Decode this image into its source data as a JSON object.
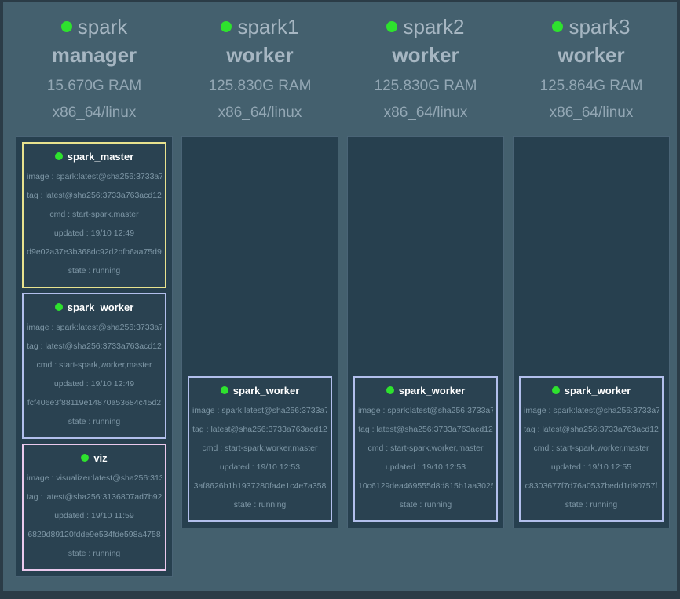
{
  "colors": {
    "background": "#44606e",
    "panel_background": "#27404f",
    "status_online": "#2ee22e",
    "master_card_border": "#e8e28e",
    "worker_card_border": "#b2bfec",
    "viz_card_border": "#eac9ed"
  },
  "nodes": [
    {
      "name": "spark",
      "role": "manager",
      "ram": "15.670G RAM",
      "arch": "x86_64/linux",
      "cards": [
        {
          "title": "spark_master",
          "state_color": "#2ee22e",
          "lines": [
            "image : spark:latest@sha256:3733a7",
            "tag : latest@sha256:3733a763acd12",
            "cmd : start-spark,master",
            "updated : 19/10 12:49",
            "d9e02a37e3b368dc92d2bfb6aa75d9",
            "state : running"
          ]
        },
        {
          "title": "spark_worker",
          "state_color": "#2ee22e",
          "lines": [
            "image : spark:latest@sha256:3733a7",
            "tag : latest@sha256:3733a763acd12",
            "cmd : start-spark,worker,master",
            "updated : 19/10 12:49",
            "fcf406e3f88119e14870a53684c45d2",
            "state : running"
          ]
        },
        {
          "title": "viz",
          "state_color": "#2ee22e",
          "lines": [
            "image : visualizer:latest@sha256:313",
            "tag : latest@sha256:3136807ad7b92",
            "updated : 19/10 11:59",
            "6829d89120fdde9e534fde598a4758",
            "state : running"
          ]
        }
      ]
    },
    {
      "name": "spark1",
      "role": "worker",
      "ram": "125.830G RAM",
      "arch": "x86_64/linux",
      "cards": [
        {
          "title": "spark_worker",
          "state_color": "#2ee22e",
          "lines": [
            "image : spark:latest@sha256:3733a7",
            "tag : latest@sha256:3733a763acd12",
            "cmd : start-spark,worker,master",
            "updated : 19/10 12:53",
            "3af8626b1b1937280fa4e1c4e7a358",
            "state : running"
          ]
        }
      ]
    },
    {
      "name": "spark2",
      "role": "worker",
      "ram": "125.830G RAM",
      "arch": "x86_64/linux",
      "cards": [
        {
          "title": "spark_worker",
          "state_color": "#2ee22e",
          "lines": [
            "image : spark:latest@sha256:3733a7",
            "tag : latest@sha256:3733a763acd12",
            "cmd : start-spark,worker,master",
            "updated : 19/10 12:53",
            "10c6129dea469555d8d815b1aa3025",
            "state : running"
          ]
        }
      ]
    },
    {
      "name": "spark3",
      "role": "worker",
      "ram": "125.864G RAM",
      "arch": "x86_64/linux",
      "cards": [
        {
          "title": "spark_worker",
          "state_color": "#2ee22e",
          "lines": [
            "image : spark:latest@sha256:3733a7",
            "tag : latest@sha256:3733a763acd12",
            "cmd : start-spark,worker,master",
            "updated : 19/10 12:55",
            "c8303677f7d76a0537bedd1d90757f",
            "state : running"
          ]
        }
      ]
    }
  ]
}
